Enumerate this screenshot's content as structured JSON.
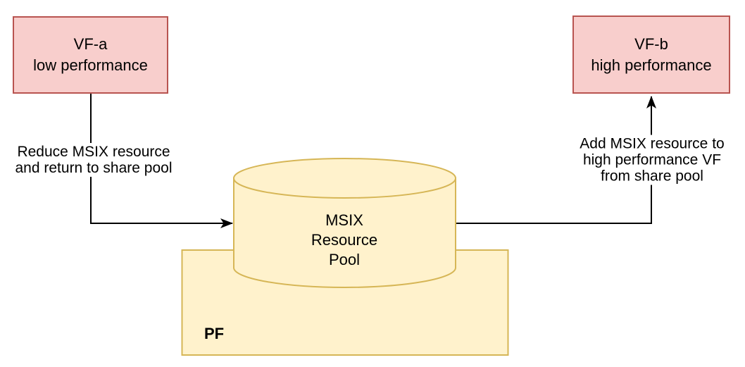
{
  "diagram": {
    "nodes": {
      "vf_a": {
        "title": "VF-a",
        "subtitle": "low performance"
      },
      "vf_b": {
        "title": "VF-b",
        "subtitle": "high performance"
      },
      "msix_pool": {
        "line1": "MSIX",
        "line2": "Resource",
        "line3": "Pool"
      },
      "pf": {
        "label": "PF"
      }
    },
    "edges": {
      "vfa_to_pool": {
        "label_line1": "Reduce MSIX resource",
        "label_line2": "and return to share pool"
      },
      "pool_to_vfb": {
        "label_line1": "Add MSIX resource to",
        "label_line2": "high performance VF",
        "label_line3": "from share pool"
      }
    },
    "colors": {
      "vf_fill": "#f8cecc",
      "vf_stroke": "#b85450",
      "pool_fill": "#fff2cc",
      "pool_stroke": "#d6b656",
      "arrow": "#000000",
      "text": "#000000"
    }
  }
}
